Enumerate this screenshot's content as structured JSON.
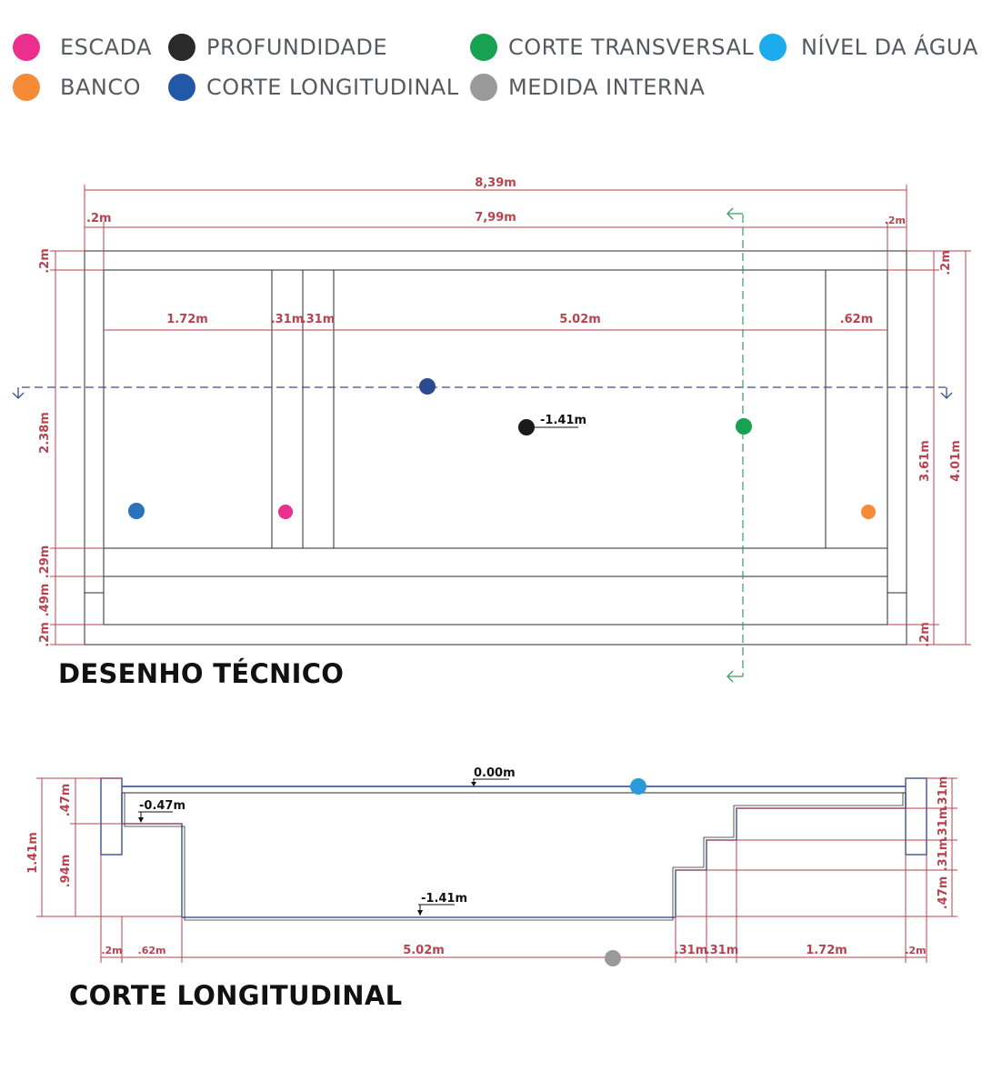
{
  "legend": {
    "items": [
      {
        "label": "ESCADA",
        "color": "#ec2e8f"
      },
      {
        "label": "BANCO",
        "color": "#f58b36"
      },
      {
        "label": "PROFUNDIDADE",
        "color": "#2a2a2a"
      },
      {
        "label": "CORTE LONGITUDINAL",
        "color": "#2357a8"
      },
      {
        "label": "CORTE TRANSVERSAL",
        "color": "#17a150"
      },
      {
        "label": "MEDIDA INTERNA",
        "color": "#9a9a9a"
      },
      {
        "label": "NÍVEL DA ÁGUA",
        "color": "#1aacec"
      }
    ]
  },
  "plan": {
    "title": "DESENHO TÉCNICO",
    "dims": {
      "overall_width": "8,39m",
      "inner_width": "7,99m",
      "left_wall": ".2m",
      "right_wall": ".2m",
      "steps_width": "1.72m",
      "step1": ".31m",
      "step2": ".31m",
      "pool_length": "5.02m",
      "bench_width": ".62m",
      "top_wall": ".2m",
      "interior": "2.38m",
      "bench_depth": ".29m",
      "lower_band": ".49m",
      "bottom_wall": ".2m",
      "right_top_wall": ".2m",
      "right_inner": "3.61m",
      "right_overall": "4.01m",
      "right_bottom_wall": ".2m"
    },
    "depth_label": "-1.41m"
  },
  "section": {
    "title": "CORTE LONGITUDINAL",
    "levels": {
      "water": "0.00m",
      "bench": "-0.47m",
      "floor": "-1.41m"
    },
    "dims": {
      "total_depth": "1.41m",
      "upper": ".47m",
      "lower": ".94m",
      "left_wall": ".2m",
      "bench": ".62m",
      "length": "5.02m",
      "step_a": ".31m",
      "step_b": ".31m",
      "steps_run": "1.72m",
      "right_wall": ".2m",
      "rise1": ".31m",
      "rise2": ".31m",
      "rise3": ".31m",
      "rise4": ".47m"
    }
  },
  "colors": {
    "dimension": "#b8434e",
    "outline": "#2b2b2b",
    "longitudinal_line": "#3a4e8c",
    "transversal_line": "#3a9a66",
    "section_outline": "#4a5a9c"
  }
}
